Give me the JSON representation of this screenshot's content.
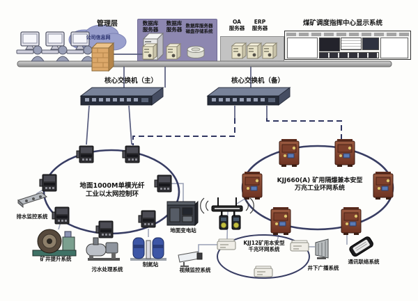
{
  "management": {
    "label": "管理层",
    "cloud": "公司信息网"
  },
  "servers": {
    "db1": "数据库\n服务器",
    "db2": "数据库\n服务器",
    "storage": "数据库服务器\n磁盘存储系统",
    "oa": "OA\n服务器",
    "erp": "ERP\n服务器"
  },
  "display_wall": {
    "label": "煤矿调度指挥中心显示系统"
  },
  "core_switches": {
    "primary": "核心交换机（主）",
    "backup": "核心交换机（备）"
  },
  "left_ring": {
    "label": "地面1000M单模光纤\n工业以太网控制环",
    "systems": [
      {
        "label": "排水监控系统"
      },
      {
        "label": "矿井提升系统"
      },
      {
        "label": "污水处理系统"
      },
      {
        "label": "制氮站"
      },
      {
        "label": "地面变电站"
      },
      {
        "label": "视频监控系统"
      }
    ]
  },
  "right_ring": {
    "label": "KJJ660(A) 矿用隔爆兼本安型\n万兆工业环网系统"
  },
  "small_ring": {
    "label": "KJJ12矿用本安型\n千兆环网系统"
  },
  "underground": {
    "broadcast": "井下广播系统",
    "communication": "通讯联络系统"
  },
  "icons": {
    "workstation": "management-workstation",
    "firewall": "firewall",
    "server_tower": "gateway-server",
    "disk": "disk-array",
    "wireless_ap": "wireless-base-station",
    "walkie": "handheld-radio"
  },
  "colors": {
    "ring_stroke": "#383d63",
    "dashed_link": "#2f3560",
    "backbone_line": "#565b7d",
    "device_line": "#9aa0b5",
    "purple_panel": "#8d87b0",
    "gray_panel": "#c3c3c3",
    "flameproof_switch": "#83422e",
    "cloud": "#9aa0cd",
    "firewall": "#d8a86b",
    "wall_cell": "#4a6fb5"
  }
}
